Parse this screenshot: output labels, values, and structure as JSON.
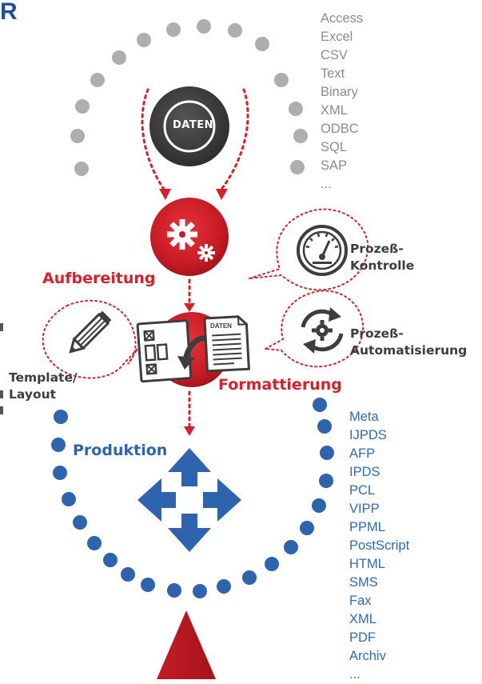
{
  "header": {
    "corner_text": "R"
  },
  "center_node": {
    "label": "DATEN"
  },
  "source_formats": [
    "Access",
    "Excel",
    "CSV",
    "Text",
    "Binary",
    "XML",
    "ODBC",
    "SQL",
    "SAP",
    "..."
  ],
  "steps": {
    "aufbereitung": "Aufbereitung",
    "formattierung": "Formattierung",
    "produktion": "Produktion"
  },
  "side_labels": {
    "template": [
      "Template/",
      "Layout"
    ],
    "prozess_kontrolle": [
      "Prozeß-",
      "Kontrolle"
    ],
    "prozess_automatisierung": [
      "Prozeß-",
      "Automatisierung"
    ]
  },
  "doc_icon": {
    "label": "DATEN"
  },
  "output_formats": [
    "Meta",
    "IJPDS",
    "AFP",
    "IPDS",
    "PCL",
    "VIPP",
    "PPML",
    "PostScript",
    "HTML",
    "SMS",
    "Fax",
    "XML",
    "PDF",
    "Archiv",
    "..."
  ],
  "colors": {
    "grey_dots": "#aeaeae",
    "blue_dots": "#2e63ae",
    "red": "#d8202a",
    "dark": "#3d3d3d",
    "dotted_red": "#d8202a"
  }
}
